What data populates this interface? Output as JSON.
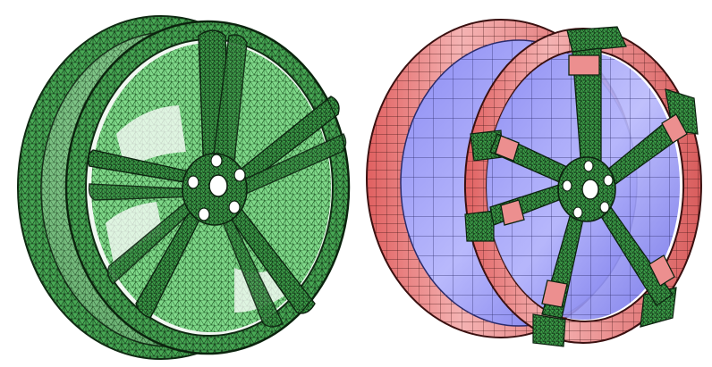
{
  "scene": {
    "panels": [
      {
        "id": "left",
        "subject": "wheel-rim-tetrahedral-mesh",
        "mesh_type": "triangular",
        "colors": {
          "surface": "#3fa34d",
          "surface_light": "#6fd07a",
          "edge": "#0f2a12",
          "highlight": "#cfe9d2"
        }
      },
      {
        "id": "right",
        "subject": "wheel-rim-hybrid-mesh",
        "mesh_type": "hex-dominant",
        "colors": {
          "spoke_surface": "#3fa34d",
          "rim_outer": "#e57373",
          "rim_outer_light": "#f3aaaa",
          "rim_inner": "#7e7ef0",
          "rim_inner_light": "#b6b6fb",
          "edge": "#2a1414"
        }
      }
    ]
  }
}
